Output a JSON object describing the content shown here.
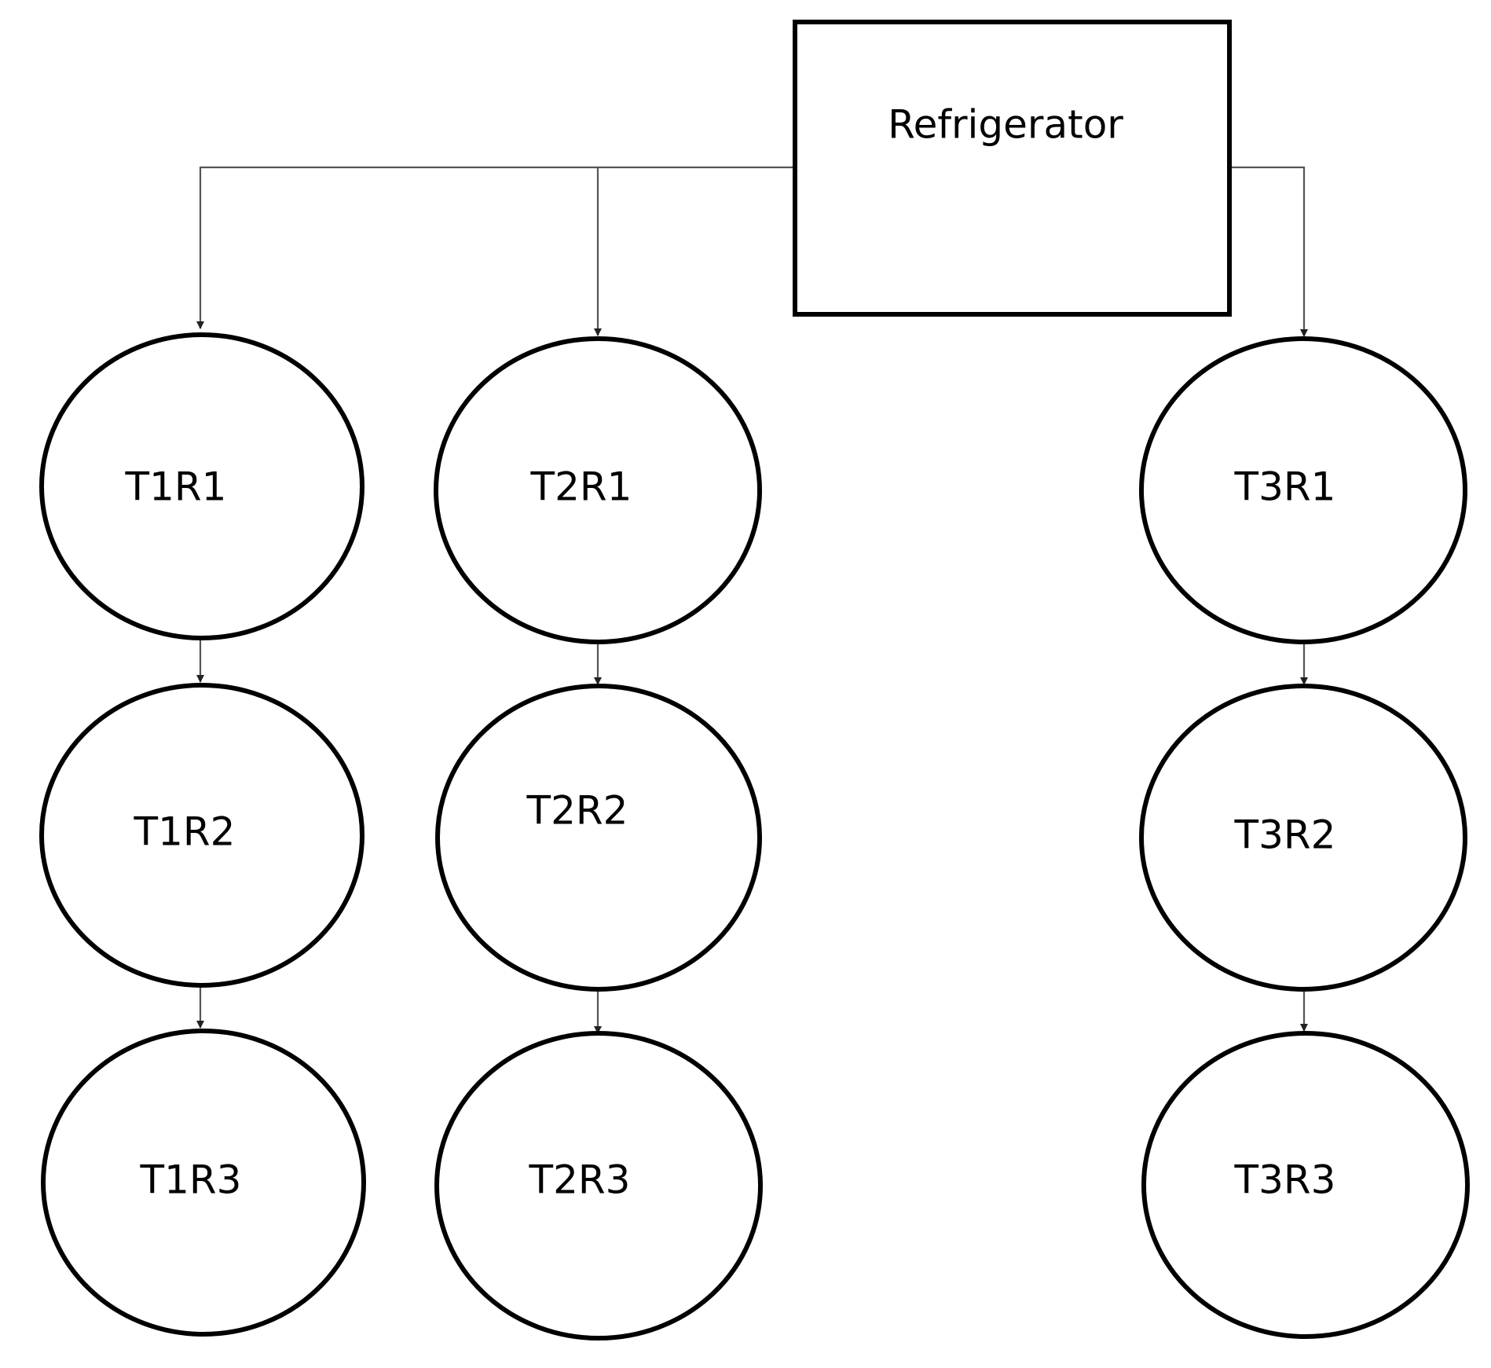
{
  "diagram": {
    "root": {
      "label": "Refrigerator"
    },
    "columns": [
      {
        "nodes": [
          {
            "label": "T1R1"
          },
          {
            "label": "T1R2"
          },
          {
            "label": "T1R3"
          }
        ]
      },
      {
        "nodes": [
          {
            "label": "T2R1"
          },
          {
            "label": "T2R2"
          },
          {
            "label": "T2R3"
          }
        ]
      },
      {
        "nodes": [
          {
            "label": "T3R1"
          },
          {
            "label": "T3R2"
          },
          {
            "label": "T3R3"
          }
        ]
      }
    ],
    "colors": {
      "stroke": "#000000",
      "connector": "#555555",
      "background": "#ffffff"
    }
  }
}
